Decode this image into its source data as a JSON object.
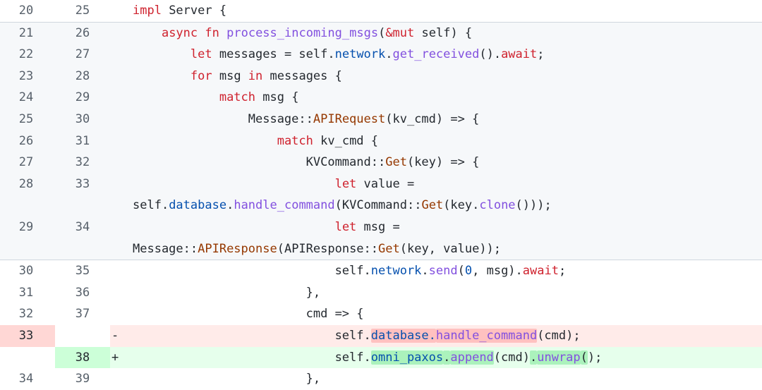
{
  "rows": [
    {
      "old": "20",
      "new": "25",
      "sign": "",
      "kind": "context",
      "tokens": [
        {
          "t": "impl",
          "c": "kw"
        },
        {
          "t": " Server {",
          "c": ""
        }
      ]
    },
    {
      "old": "21",
      "new": "26",
      "sign": "",
      "kind": "expanded",
      "tokens": [
        {
          "t": "    ",
          "c": ""
        },
        {
          "t": "async",
          "c": "kw"
        },
        {
          "t": " ",
          "c": ""
        },
        {
          "t": "fn",
          "c": "kw"
        },
        {
          "t": " ",
          "c": ""
        },
        {
          "t": "process_incoming_msgs",
          "c": "fn"
        },
        {
          "t": "(",
          "c": ""
        },
        {
          "t": "&mut",
          "c": "kw"
        },
        {
          "t": " self) {",
          "c": ""
        }
      ]
    },
    {
      "old": "22",
      "new": "27",
      "sign": "",
      "kind": "expanded",
      "tokens": [
        {
          "t": "        ",
          "c": ""
        },
        {
          "t": "let",
          "c": "kw"
        },
        {
          "t": " messages = self.",
          "c": ""
        },
        {
          "t": "network",
          "c": "prop"
        },
        {
          "t": ".",
          "c": ""
        },
        {
          "t": "get_received",
          "c": "fn"
        },
        {
          "t": "().",
          "c": ""
        },
        {
          "t": "await",
          "c": "kw"
        },
        {
          "t": ";",
          "c": ""
        }
      ]
    },
    {
      "old": "23",
      "new": "28",
      "sign": "",
      "kind": "expanded",
      "tokens": [
        {
          "t": "        ",
          "c": ""
        },
        {
          "t": "for",
          "c": "kw"
        },
        {
          "t": " msg ",
          "c": ""
        },
        {
          "t": "in",
          "c": "kw"
        },
        {
          "t": " messages {",
          "c": ""
        }
      ]
    },
    {
      "old": "24",
      "new": "29",
      "sign": "",
      "kind": "expanded",
      "tokens": [
        {
          "t": "            ",
          "c": ""
        },
        {
          "t": "match",
          "c": "kw"
        },
        {
          "t": " msg {",
          "c": ""
        }
      ]
    },
    {
      "old": "25",
      "new": "30",
      "sign": "",
      "kind": "expanded",
      "tokens": [
        {
          "t": "                Message::",
          "c": ""
        },
        {
          "t": "APIRequest",
          "c": "ty"
        },
        {
          "t": "(kv_cmd) => {",
          "c": ""
        }
      ]
    },
    {
      "old": "26",
      "new": "31",
      "sign": "",
      "kind": "expanded",
      "tokens": [
        {
          "t": "                    ",
          "c": ""
        },
        {
          "t": "match",
          "c": "kw"
        },
        {
          "t": " kv_cmd {",
          "c": ""
        }
      ]
    },
    {
      "old": "27",
      "new": "32",
      "sign": "",
      "kind": "expanded",
      "tokens": [
        {
          "t": "                        KVCommand::",
          "c": ""
        },
        {
          "t": "Get",
          "c": "ty"
        },
        {
          "t": "(key) => {",
          "c": ""
        }
      ]
    },
    {
      "old": "28",
      "new": "33",
      "sign": "",
      "kind": "expanded",
      "tokens": [
        {
          "t": "                            ",
          "c": ""
        },
        {
          "t": "let",
          "c": "kw"
        },
        {
          "t": " value =",
          "c": ""
        }
      ],
      "wrap": [
        {
          "t": "self.",
          "c": ""
        },
        {
          "t": "database",
          "c": "prop"
        },
        {
          "t": ".",
          "c": ""
        },
        {
          "t": "handle_command",
          "c": "fn"
        },
        {
          "t": "(KVCommand::",
          "c": ""
        },
        {
          "t": "Get",
          "c": "ty"
        },
        {
          "t": "(key.",
          "c": ""
        },
        {
          "t": "clone",
          "c": "fn"
        },
        {
          "t": "()));",
          "c": ""
        }
      ]
    },
    {
      "old": "29",
      "new": "34",
      "sign": "",
      "kind": "expanded",
      "tokens": [
        {
          "t": "                            ",
          "c": ""
        },
        {
          "t": "let",
          "c": "kw"
        },
        {
          "t": " msg =",
          "c": ""
        }
      ],
      "wrap": [
        {
          "t": "Message::",
          "c": ""
        },
        {
          "t": "APIResponse",
          "c": "ty"
        },
        {
          "t": "(APIResponse::",
          "c": ""
        },
        {
          "t": "Get",
          "c": "ty"
        },
        {
          "t": "(key, value));",
          "c": ""
        }
      ]
    },
    {
      "old": "30",
      "new": "35",
      "sign": "",
      "kind": "context",
      "tokens": [
        {
          "t": "                            self.",
          "c": ""
        },
        {
          "t": "network",
          "c": "prop"
        },
        {
          "t": ".",
          "c": ""
        },
        {
          "t": "send",
          "c": "fn"
        },
        {
          "t": "(",
          "c": ""
        },
        {
          "t": "0",
          "c": "num"
        },
        {
          "t": ", msg).",
          "c": ""
        },
        {
          "t": "await",
          "c": "kw"
        },
        {
          "t": ";",
          "c": ""
        }
      ]
    },
    {
      "old": "31",
      "new": "36",
      "sign": "",
      "kind": "context",
      "tokens": [
        {
          "t": "                        },",
          "c": ""
        }
      ]
    },
    {
      "old": "32",
      "new": "37",
      "sign": "",
      "kind": "context",
      "tokens": [
        {
          "t": "                        cmd => {",
          "c": ""
        }
      ]
    },
    {
      "old": "33",
      "new": "",
      "sign": "-",
      "kind": "del",
      "tokens": [
        {
          "t": "                            self.",
          "c": ""
        },
        {
          "t": "database.",
          "c": "prop hl-del"
        },
        {
          "t": "handle_command",
          "c": "fn hl-del"
        },
        {
          "t": "(cmd);",
          "c": ""
        }
      ]
    },
    {
      "old": "",
      "new": "38",
      "sign": "+",
      "kind": "add",
      "tokens": [
        {
          "t": "                            self.",
          "c": ""
        },
        {
          "t": "omni_paxos",
          "c": "prop hl-add"
        },
        {
          "t": ".",
          "c": "hl-add"
        },
        {
          "t": "append",
          "c": "fn hl-add"
        },
        {
          "t": "(cmd)",
          "c": ""
        },
        {
          "t": ".",
          "c": "hl-add"
        },
        {
          "t": "unwrap",
          "c": "fn hl-add"
        },
        {
          "t": "(",
          "c": "hl-add"
        },
        {
          "t": ");",
          "c": ""
        }
      ]
    },
    {
      "old": "34",
      "new": "39",
      "sign": "",
      "kind": "context",
      "tokens": [
        {
          "t": "                        },",
          "c": ""
        }
      ]
    }
  ],
  "colors": {
    "keyword": "#cf222e",
    "function": "#8250df",
    "property": "#0550ae",
    "type": "#953800",
    "deleted_bg": "#ffebe9",
    "added_bg": "#e6ffec",
    "expanded_bg": "#f6f8fa"
  }
}
